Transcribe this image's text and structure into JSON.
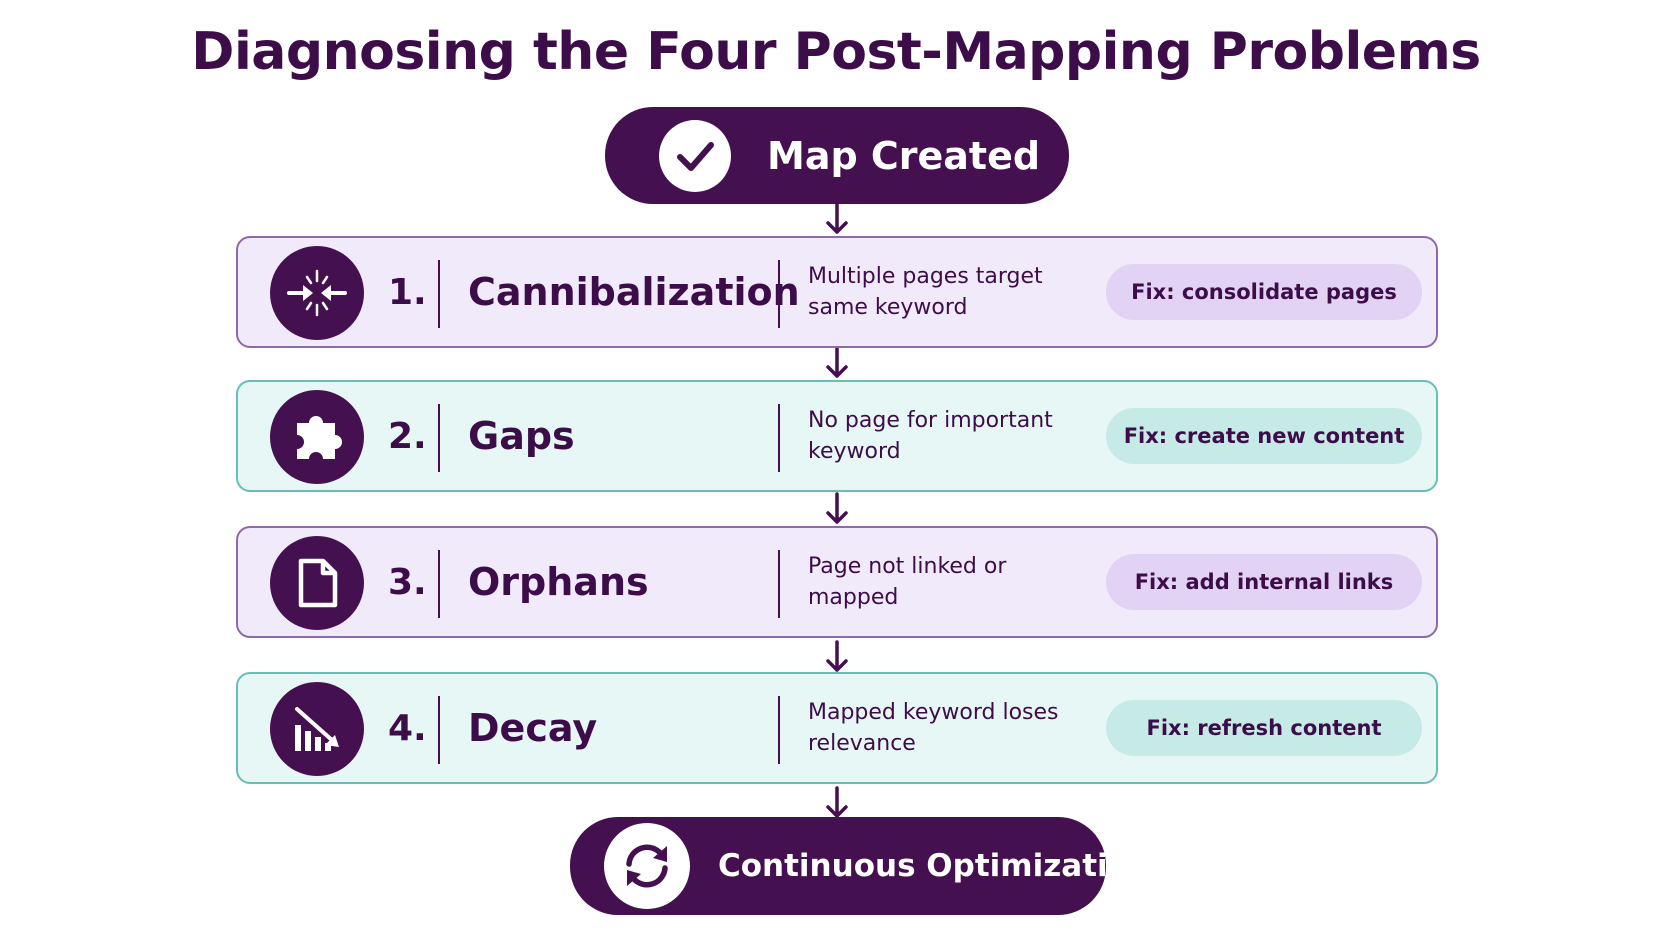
{
  "title": "Diagnosing the Four Post-Mapping Problems",
  "start": {
    "label": "Map Created",
    "icon": "checkmark-icon"
  },
  "problems": [
    {
      "number": "1.",
      "name": "Cannibalization",
      "description": "Multiple pages target same keyword",
      "fix": "Fix: consolidate pages",
      "icon": "converging-arrows-icon",
      "theme": "purple"
    },
    {
      "number": "2.",
      "name": "Gaps",
      "description": "No page for important keyword",
      "fix": "Fix: create new content",
      "icon": "puzzle-piece-icon",
      "theme": "teal"
    },
    {
      "number": "3.",
      "name": "Orphans",
      "description": "Page not linked or mapped",
      "fix": "Fix: add internal links",
      "icon": "document-icon",
      "theme": "purple"
    },
    {
      "number": "4.",
      "name": "Decay",
      "description": "Mapped keyword loses relevance",
      "fix": "Fix: refresh content",
      "icon": "declining-chart-icon",
      "theme": "teal"
    }
  ],
  "end": {
    "label": "Continuous Optimization",
    "icon": "refresh-icon"
  },
  "colors": {
    "primary": "#45104f",
    "purple_row": "#f1eafb",
    "teal_row": "#e7f7f5",
    "purple_fix": "#e2d2f4",
    "teal_fix": "#c6ebe7"
  }
}
